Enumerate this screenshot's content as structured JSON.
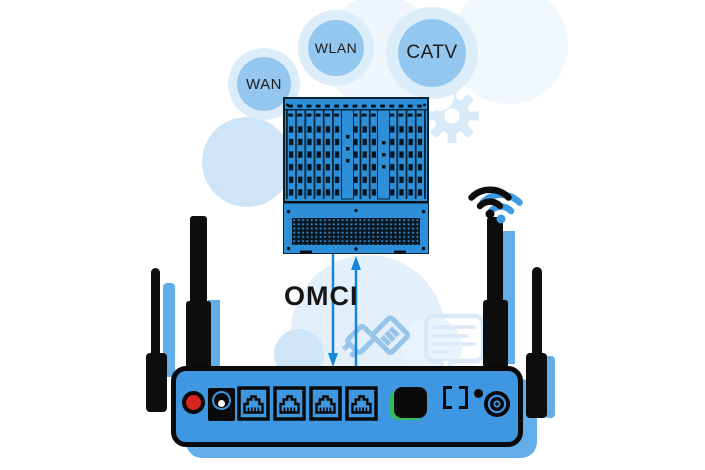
{
  "bubbles": [
    {
      "id": "wan",
      "label": "WAN"
    },
    {
      "id": "wlan",
      "label": "WLAN"
    },
    {
      "id": "catv",
      "label": "CATV"
    }
  ],
  "link": {
    "label": "OMCI"
  },
  "devices": {
    "top_device": "olt-chassis",
    "bottom_device": "wireless-router"
  },
  "icons": [
    "wifi-icon",
    "gear-icon",
    "connector-watermark-icon",
    "chat-watermark-icon",
    "power-button",
    "dc-jack",
    "ethernet-port-icon",
    "coax-connector",
    "bracket-icon"
  ],
  "colors": {
    "device_blue": "#3E97E0",
    "chassis_blue": "#2E8FD9",
    "shadow_blue": "#63ADE9",
    "bubble_fill": "#94C7EF",
    "bubble_halo": "#DCEDFA",
    "arrow_blue": "#1587D9",
    "accent_green": "#2FBE5A",
    "button_red": "#D8231F",
    "outline_black": "#0A0A0A"
  }
}
